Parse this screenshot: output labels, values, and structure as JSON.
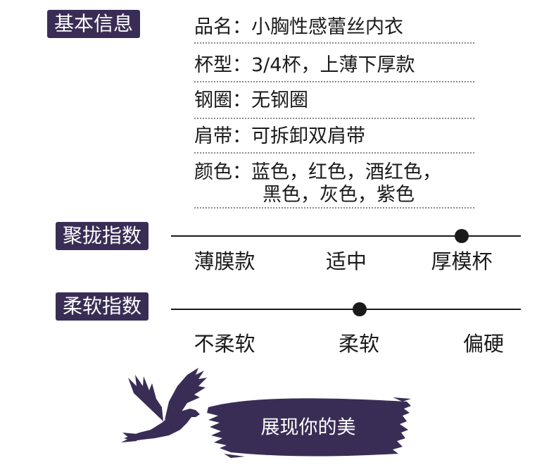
{
  "sections": {
    "basic_info": "基本信息",
    "push_up_index": "聚拢指数",
    "softness_index": "柔软指数"
  },
  "info": {
    "product_name": "品名：小胸性感蕾丝内衣",
    "cup_type": "杯型：3/4杯，上薄下厚款",
    "underwire": "钢圈：无钢圈",
    "straps": "肩带：可拆卸双肩带",
    "colors_line1": "颜色：蓝色，红色，酒红色，",
    "colors_line2": "黑色，灰色，紫色"
  },
  "push_up_scale": {
    "labels": [
      "薄膜款",
      "适中",
      "厚模杯"
    ],
    "level": 0.83
  },
  "softness_scale": {
    "labels": [
      "不柔软",
      "柔软",
      "偏硬"
    ],
    "level": 0.54
  },
  "banner": {
    "slogan": "展现你的美"
  },
  "colors": {
    "tag_background": "#3a2d55",
    "brush_color": "#3a2d55",
    "bird_color": "#3a2d55",
    "dot_color": "#1a1a1a"
  },
  "icons": {
    "bird": "dove-icon",
    "brush": "brush-stroke"
  }
}
